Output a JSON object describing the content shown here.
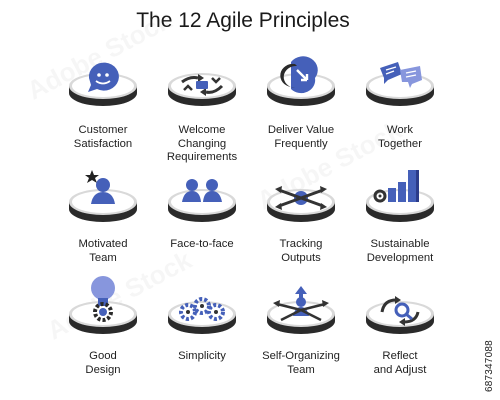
{
  "title": "The 12 Agile Principles",
  "stock_id": "687347088",
  "watermark": "Adobe Stock",
  "principles": [
    {
      "lines": [
        "Customer",
        "Satisfaction"
      ],
      "icon": "smiley-speech-bubble-icon"
    },
    {
      "lines": [
        "Welcome",
        "Changing",
        "Requirements"
      ],
      "icon": "change-cycle-icon"
    },
    {
      "lines": [
        "Deliver Value",
        "Frequently"
      ],
      "icon": "recurring-arrow-icon"
    },
    {
      "lines": [
        "Work",
        "Together"
      ],
      "icon": "chat-bubbles-icon"
    },
    {
      "lines": [
        "Motivated",
        "Team"
      ],
      "icon": "star-person-icon"
    },
    {
      "lines": [
        "Face-to-face"
      ],
      "icon": "two-people-icon"
    },
    {
      "lines": [
        "Tracking",
        "Outputs"
      ],
      "icon": "directional-arrows-icon"
    },
    {
      "lines": [
        "Sustainable",
        "Development"
      ],
      "icon": "growth-bars-icon"
    },
    {
      "lines": [
        "Good",
        "Design"
      ],
      "icon": "lightbulb-gear-icon"
    },
    {
      "lines": [
        "Simplicity"
      ],
      "icon": "gears-icon"
    },
    {
      "lines": [
        "Self-Organizing",
        "Team"
      ],
      "icon": "organizing-person-icon"
    },
    {
      "lines": [
        "Reflect",
        "and Adjust"
      ],
      "icon": "reflect-cycle-icon"
    }
  ],
  "colors": {
    "accent": "#4560b9",
    "accent_light": "#8796dd",
    "dark": "#2c2c2c"
  }
}
